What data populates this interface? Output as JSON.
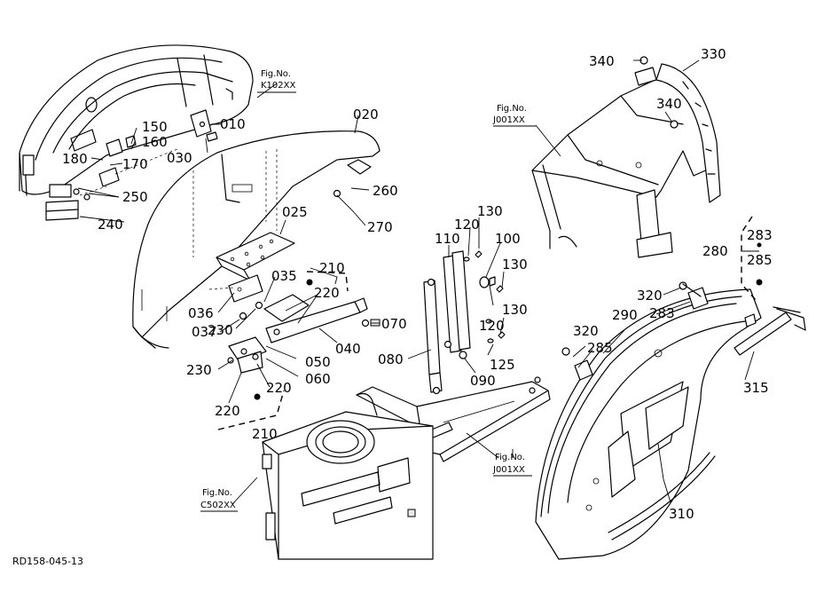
{
  "drawing_code": "RD158-045-13",
  "fig_refs": [
    {
      "id": "k102",
      "line1": "Fig.No.",
      "line2": "K102XX"
    },
    {
      "id": "j001-top",
      "line1": "Fig.No.",
      "line2": "J001XX"
    },
    {
      "id": "j001-mid",
      "line1": "Fig.No.",
      "line2": "J001XX"
    },
    {
      "id": "c502",
      "line1": "Fig.No.",
      "line2": "C502XX"
    }
  ],
  "labels": {
    "l010": "010",
    "l020": "020",
    "l025": "025",
    "l030": "030",
    "l035": "035",
    "l036": "036",
    "l037": "037",
    "l040": "040",
    "l050": "050",
    "l060": "060",
    "l070": "070",
    "l080": "080",
    "l090": "090",
    "l100": "100",
    "l110": "110",
    "l120a": "120",
    "l120b": "120",
    "l125": "125",
    "l130a": "130",
    "l130b": "130",
    "l130c": "130",
    "l150": "150",
    "l160": "160",
    "l170": "170",
    "l180": "180",
    "l210a": "210",
    "l210b": "210",
    "l220a": "220",
    "l220b": "220",
    "l220c": "220",
    "l230a": "230",
    "l230b": "230",
    "l240": "240",
    "l250": "250",
    "l260": "260",
    "l270": "270",
    "l280": "280",
    "l283a": "283",
    "l283b": "283",
    "l285a": "285",
    "l285b": "285",
    "l290": "290",
    "l310": "310",
    "l315": "315",
    "l320a": "320",
    "l320b": "320",
    "l330": "330",
    "l340a": "340",
    "l340b": "340"
  }
}
